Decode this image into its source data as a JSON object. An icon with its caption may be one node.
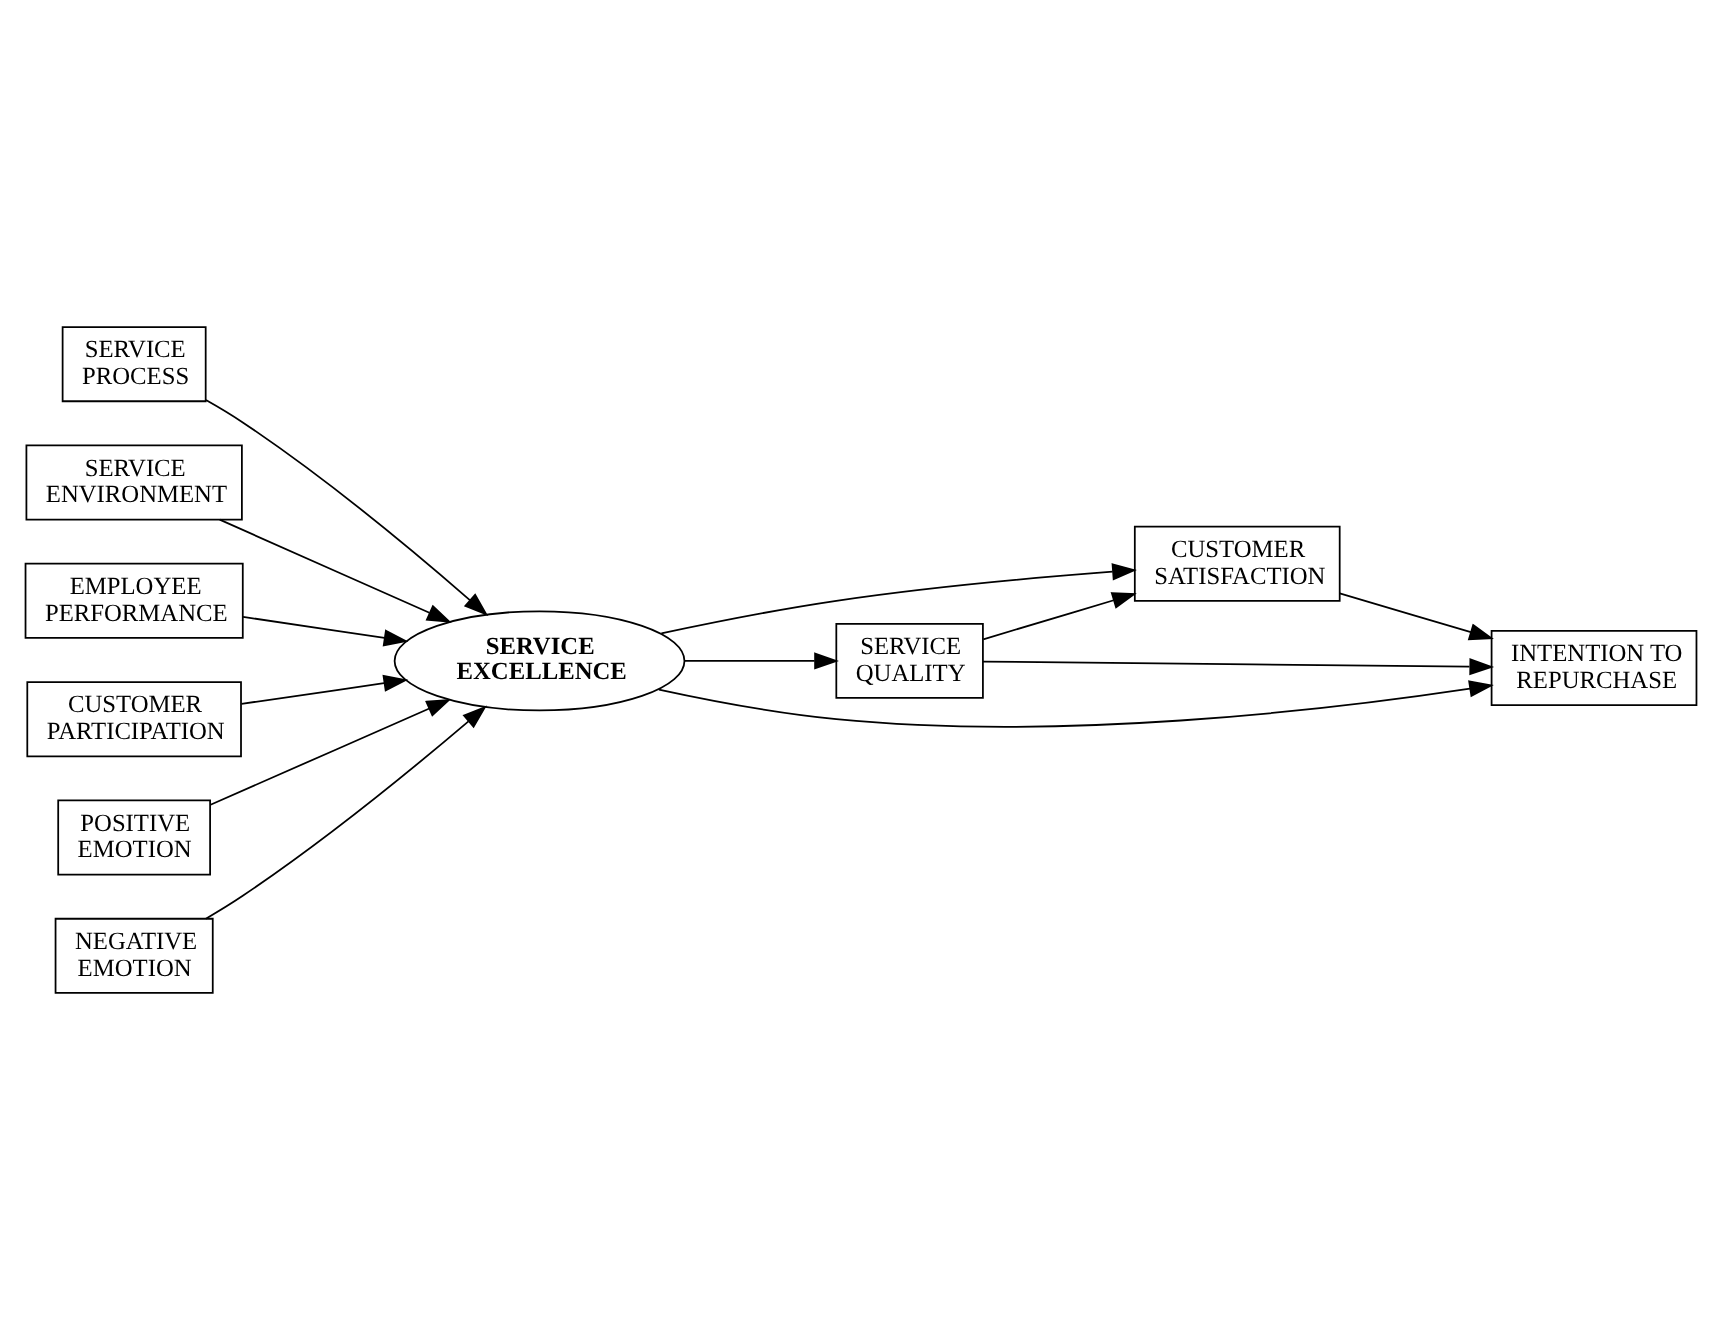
{
  "diagram": {
    "nodes": [
      {
        "text": [
          "SERVICE PROCESS"
        ]
      },
      {
        "text": [
          "SERVICE ENVIRONMENT"
        ]
      },
      {
        "text": [
          "EMPLOYEE PERFORMANCE"
        ]
      },
      {
        "text": [
          "CUSTOMER PARTICIPATION"
        ]
      },
      {
        "text": [
          "POSITIVE EMOTION"
        ]
      },
      {
        "text": [
          "NEGATIVE EMOTION"
        ]
      },
      {
        "text": [
          "SERVICE EXCELLENCE"
        ]
      },
      {
        "text": [
          "SERVICE QUALITY"
        ]
      },
      {
        "text": [
          "CUSTOMER SATISFACTION"
        ]
      },
      {
        "text": [
          "INTENTION TO REPURCHASE"
        ]
      }
    ],
    "edges": [
      {
        "from": 0,
        "to": 6,
        "arrow": "to"
      },
      {
        "from": 1,
        "to": 6,
        "arrow": "to"
      },
      {
        "from": 2,
        "to": 6,
        "arrow": "to"
      },
      {
        "from": 3,
        "to": 6,
        "arrow": "to"
      },
      {
        "from": 4,
        "to": 6,
        "arrow": "to"
      },
      {
        "from": 5,
        "to": 6,
        "arrow": "to"
      },
      {
        "from": 6,
        "to": 7,
        "arrow": "to"
      },
      {
        "from": 6,
        "to": 8,
        "arrow": "to"
      },
      {
        "from": 6,
        "to": 9,
        "arrow": "to"
      },
      {
        "from": 7,
        "to": 8,
        "arrow": "to"
      },
      {
        "from": 7,
        "to": 9,
        "arrow": "to"
      },
      {
        "from": 8,
        "to": 9,
        "arrow": "to"
      }
    ]
  }
}
